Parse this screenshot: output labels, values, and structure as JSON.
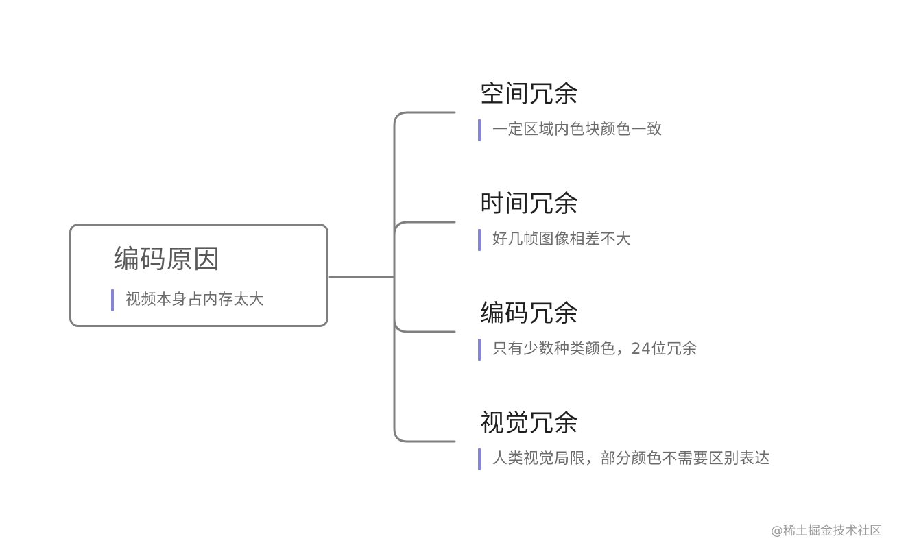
{
  "root": {
    "title": "编码原因",
    "note": "视频本身占内存太大"
  },
  "branches": [
    {
      "title": "空间冗余",
      "note": "一定区域内色块颜色一致"
    },
    {
      "title": "时间冗余",
      "note": "好几帧图像相差不大"
    },
    {
      "title": "编码冗余",
      "note": "只有少数种类颜色，24位冗余"
    },
    {
      "title": "视觉冗余",
      "note": "人类视觉局限，部分颜色不需要区别表达"
    }
  ],
  "watermark": "@稀土掘金技术社区",
  "colors": {
    "connector": "#7f7f7f",
    "note_bar": "#8585d8",
    "root_text": "#595959",
    "branch_text": "#1f1f1f",
    "note_text": "#6b6b6b"
  }
}
